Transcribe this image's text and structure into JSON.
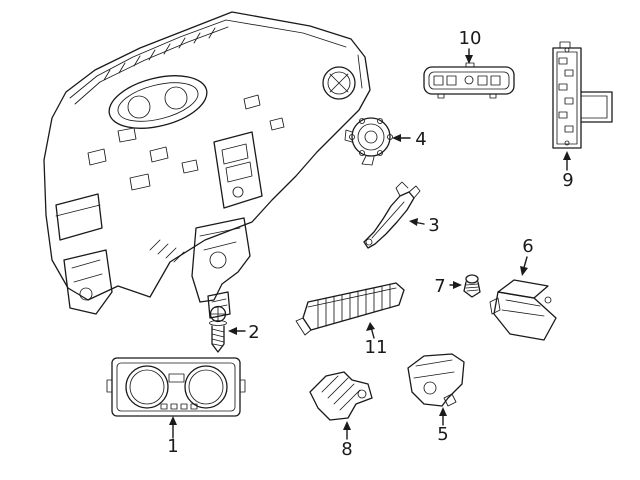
{
  "diagram": {
    "background_color": "#ffffff",
    "line_color": "#1a1a1a",
    "callouts": [
      {
        "label": "1"
      },
      {
        "label": "2"
      },
      {
        "label": "3"
      },
      {
        "label": "4"
      },
      {
        "label": "5"
      },
      {
        "label": "6"
      },
      {
        "label": "7"
      },
      {
        "label": "8"
      },
      {
        "label": "9"
      },
      {
        "label": "10"
      },
      {
        "label": "11"
      }
    ]
  }
}
